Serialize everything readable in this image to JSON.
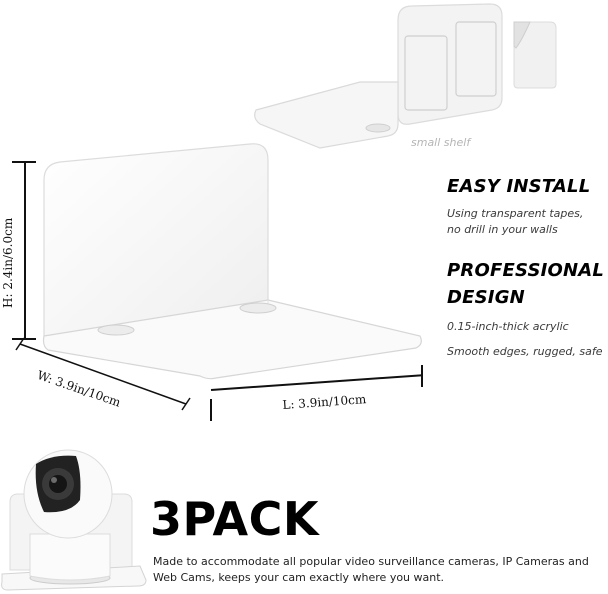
{
  "top_image": {
    "caption": "small shelf"
  },
  "dimensions": {
    "height_label": "H: 2.4in/6.0cm",
    "width_label": "W: 3.9in/10cm",
    "length_label": "L: 3.9in/10cm"
  },
  "features": {
    "install_heading": "EASY INSTALL",
    "install_line1": "Using transparent tapes,",
    "install_line2": "no drill in your walls",
    "design_heading_line1": "PROFESSIONAL",
    "design_heading_line2": "DESIGN",
    "design_line1": "0.15-inch-thick acrylic",
    "design_line2": "Smooth edges, rugged, safe"
  },
  "pack": {
    "title": "3PACK",
    "description": "Made to accommodate all popular video surveillance cameras, IP Cameras and Web Cams, keeps your cam exactly where you want."
  },
  "colors": {
    "shelf_face": "#f7f7f7",
    "shelf_edge": "#d9d9d9",
    "text_dark": "#000000",
    "caption_gray": "#b5b5b5"
  }
}
